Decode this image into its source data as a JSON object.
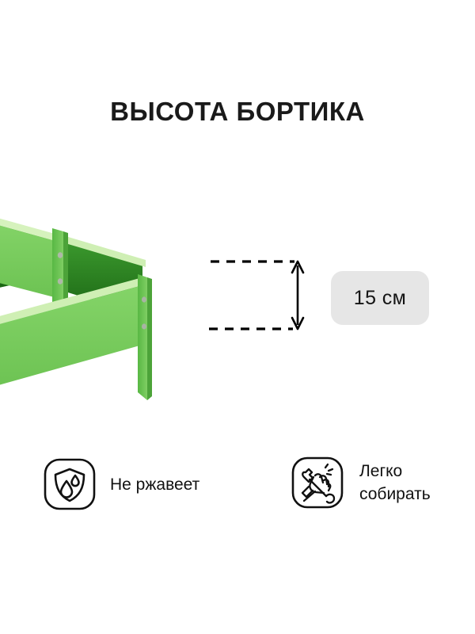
{
  "title": "ВЫСОТА БОРТИКА",
  "product": {
    "name": "tiered-garden-bed",
    "colors": {
      "panel_light": "#7ACD5E",
      "panel_mid": "#5EBE4A",
      "panel_dark": "#3E9B33",
      "interior_dark": "#1E6B16",
      "interior_deep": "#14520F",
      "edge_highlight": "#C7EDA8",
      "rivet": "#A9B3A5"
    }
  },
  "dimension": {
    "label": "15 см",
    "line_style": "dashed",
    "arrow": "double-headed-vertical",
    "stroke_color": "#000000"
  },
  "badge": {
    "text": "15 см",
    "background": "#E6E6E6"
  },
  "features": [
    {
      "icon": "shield-water-drop-icon",
      "label": "Не ржавеет"
    },
    {
      "icon": "hand-wrench-hammer-icon",
      "label": "Легко\nсобирать"
    }
  ]
}
